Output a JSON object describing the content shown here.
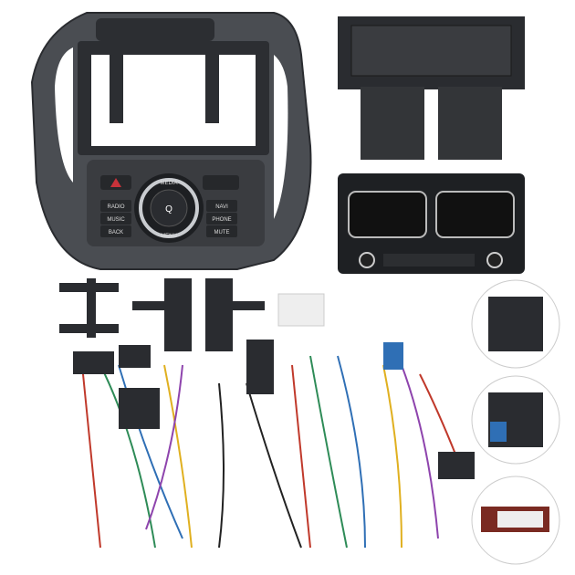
{
  "panel_buttons": {
    "media": "MEDIA",
    "menu": "MENU",
    "radio": "RADIO",
    "music": "MUSIC",
    "back": "BACK",
    "navi": "NAVI",
    "phone": "PHONE",
    "mute": "MUTE",
    "knob": "Q"
  },
  "colors": {
    "panel": "#4a4d52",
    "dark": "#202225",
    "hazard": "#c8323a",
    "wire_red": "#c0392b",
    "wire_green": "#2e8b57",
    "wire_blue": "#2f6fb5",
    "wire_yellow": "#e0b020"
  }
}
